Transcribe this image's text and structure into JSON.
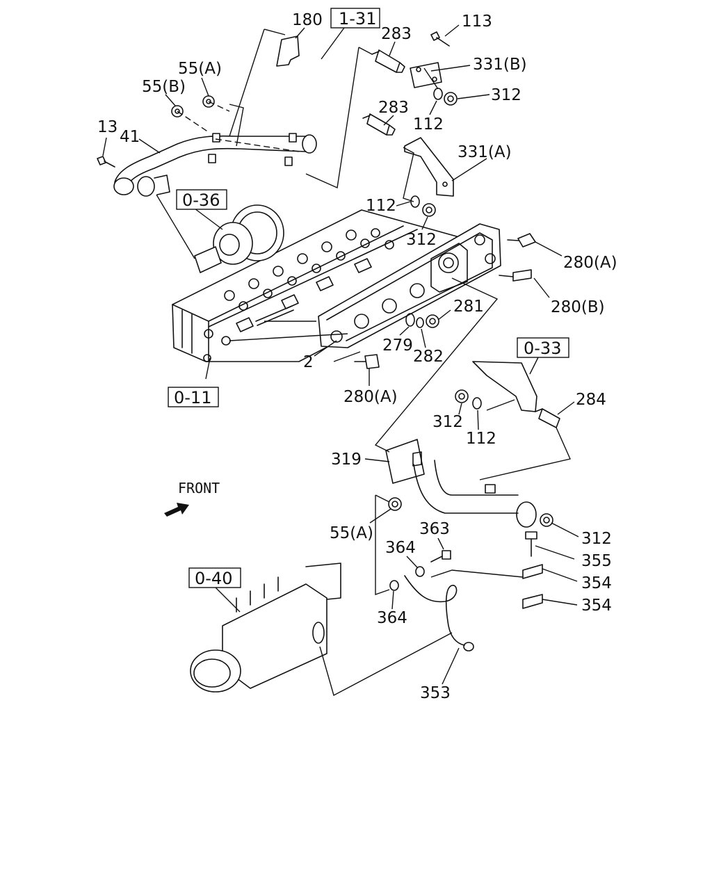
{
  "refs": {
    "r1_31": "1-31",
    "r0_36": "0-36",
    "r0_11": "0-11",
    "r0_33": "0-33",
    "r0_40": "0-40"
  },
  "labels": {
    "l180": "180",
    "l283a": "283",
    "l113": "113",
    "l331b": "331(B)",
    "l55a_top": "55(A)",
    "l55b": "55(B)",
    "l312_top": "312",
    "l283b": "283",
    "l112_top": "112",
    "l13": "13",
    "l41": "41",
    "l331a": "331(A)",
    "l112_mid": "112",
    "l312_mid": "312",
    "l280a_right": "280(A)",
    "l280b": "280(B)",
    "l281": "281",
    "l279": "279",
    "l282": "282",
    "l2": "2",
    "l280a_bottom": "280(A)",
    "l284": "284",
    "l312_lower": "312",
    "l112_lower": "112",
    "l319": "319",
    "l55a_bottom": "55(A)",
    "l363": "363",
    "l312_bottom": "312",
    "l364_top": "364",
    "l355": "355",
    "l354_top": "354",
    "l354_bottom": "354",
    "l364_bottom": "364",
    "l353": "353"
  },
  "front_label": "FRONT"
}
